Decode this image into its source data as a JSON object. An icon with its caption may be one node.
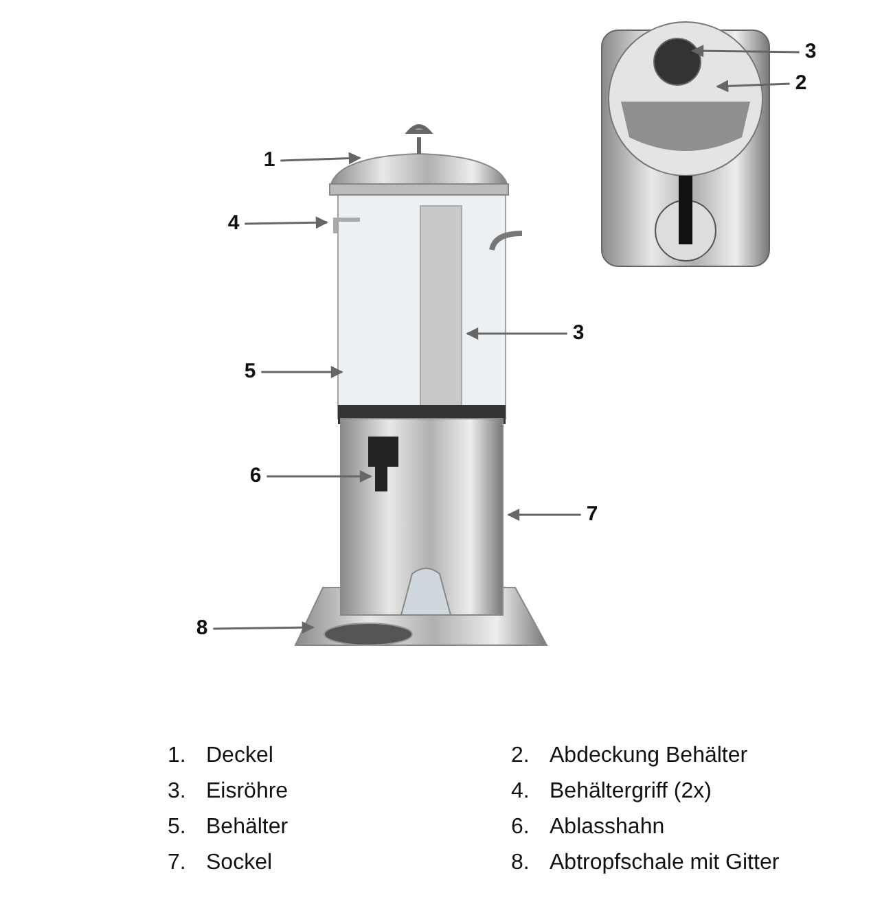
{
  "diagram": {
    "nodes": [
      {
        "text": [
          "3"
        ]
      },
      {
        "text": [
          "2"
        ]
      },
      {
        "text": [
          "1"
        ]
      },
      {
        "text": [
          "4"
        ]
      },
      {
        "text": [
          "3"
        ]
      },
      {
        "text": [
          "5"
        ]
      },
      {
        "text": [
          "6"
        ]
      },
      {
        "text": [
          "7"
        ]
      },
      {
        "text": [
          "8"
        ]
      }
    ],
    "edges": [
      {
        "from": 0,
        "to": null,
        "arrow": "to"
      },
      {
        "from": 1,
        "to": null,
        "arrow": "to"
      },
      {
        "from": 2,
        "to": null,
        "arrow": "to"
      },
      {
        "from": 3,
        "to": null,
        "arrow": "to"
      },
      {
        "from": 4,
        "to": null,
        "arrow": "to"
      },
      {
        "from": 5,
        "to": null,
        "arrow": "to"
      },
      {
        "from": 6,
        "to": null,
        "arrow": "to"
      },
      {
        "from": 7,
        "to": null,
        "arrow": "to"
      },
      {
        "from": 8,
        "to": null,
        "arrow": "to"
      }
    ],
    "labels": [
      "1.",
      "Deckel",
      "2.",
      "Abdeckung Behälter",
      "3.",
      "Eisröhre",
      "4.",
      "Behältergriff (2x)",
      "5.",
      "Behälter",
      "6.",
      "Ablasshahn",
      "7.",
      "Sockel",
      "8.",
      "Abtropfschale mit Gitter"
    ]
  }
}
